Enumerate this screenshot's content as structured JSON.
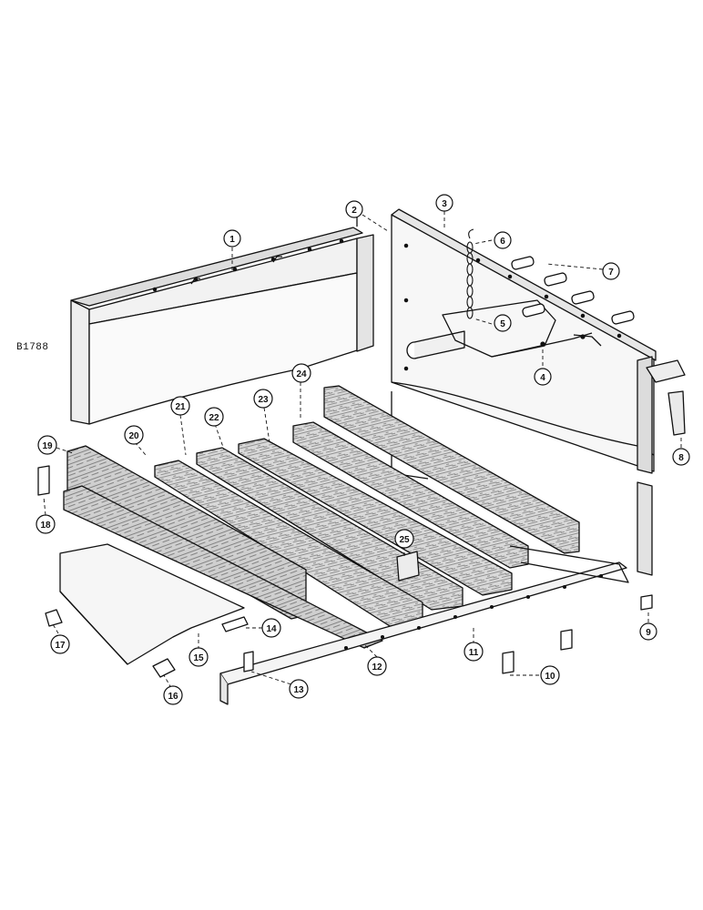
{
  "figure_ref": "B1788",
  "callouts": [
    "1",
    "2",
    "3",
    "4",
    "5",
    "6",
    "7",
    "8",
    "9",
    "10",
    "11",
    "12",
    "13",
    "14",
    "15",
    "16",
    "17",
    "18",
    "19",
    "20",
    "21",
    "22",
    "23",
    "24",
    "25"
  ]
}
